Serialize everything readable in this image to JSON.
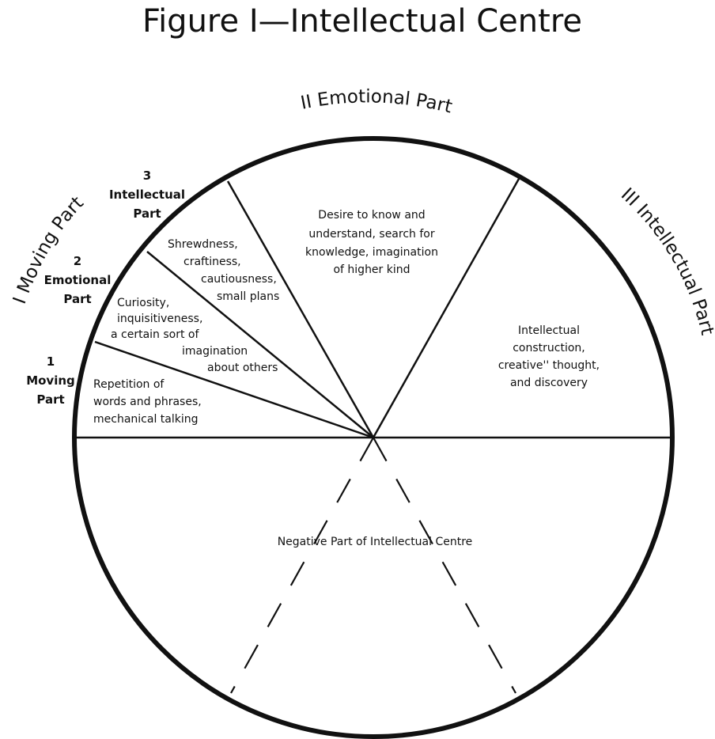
{
  "title": "Figure I—Intellectual Centre",
  "parts": {
    "moving": "I Moving Part",
    "emotional": "II Emotional Part",
    "intellectual": "III Intellectual Part"
  },
  "sub_parts": {
    "intellectual": {
      "number": "3",
      "lines": [
        "Intellectual",
        "Part"
      ]
    },
    "emotional": {
      "number": "2",
      "lines": [
        "Emotional",
        "Part"
      ]
    },
    "moving": {
      "number": "1",
      "lines": [
        "Moving",
        "Part"
      ]
    }
  },
  "sectors": {
    "repetition": [
      "Repetition of",
      "words and phrases,",
      "mechanical talking"
    ],
    "curiosity": [
      "Curiosity,",
      "inquisitiveness,",
      "a certain sort of",
      "imagination",
      "about others"
    ],
    "shrewdness": [
      "Shrewdness,",
      "craftiness,",
      "cautiousness,",
      "small plans"
    ],
    "desire": [
      "Desire to know and",
      "understand, search for",
      "knowledge, imagination",
      "of higher kind"
    ],
    "construction": [
      "Intellectual",
      "construction,",
      "creative'' thought,",
      "and discovery"
    ],
    "negative": "Negative Part of Intellectual Centre"
  }
}
